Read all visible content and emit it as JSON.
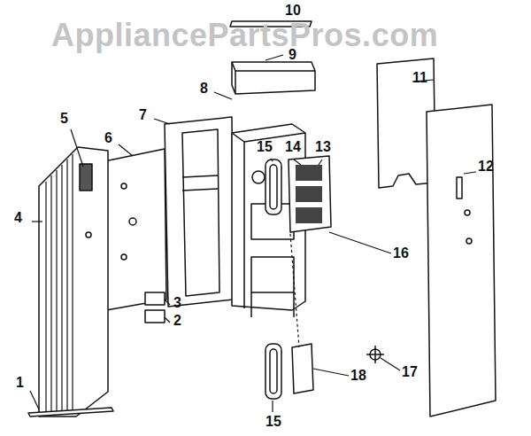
{
  "diagram": {
    "labels": [
      "AppliancePartsPros.com",
      "10",
      "9",
      "8",
      "7",
      "6",
      "5",
      "4",
      "3",
      "2",
      "1",
      "11",
      "12",
      "15",
      "14",
      "13",
      "16",
      "17",
      "18",
      "15"
    ]
  }
}
